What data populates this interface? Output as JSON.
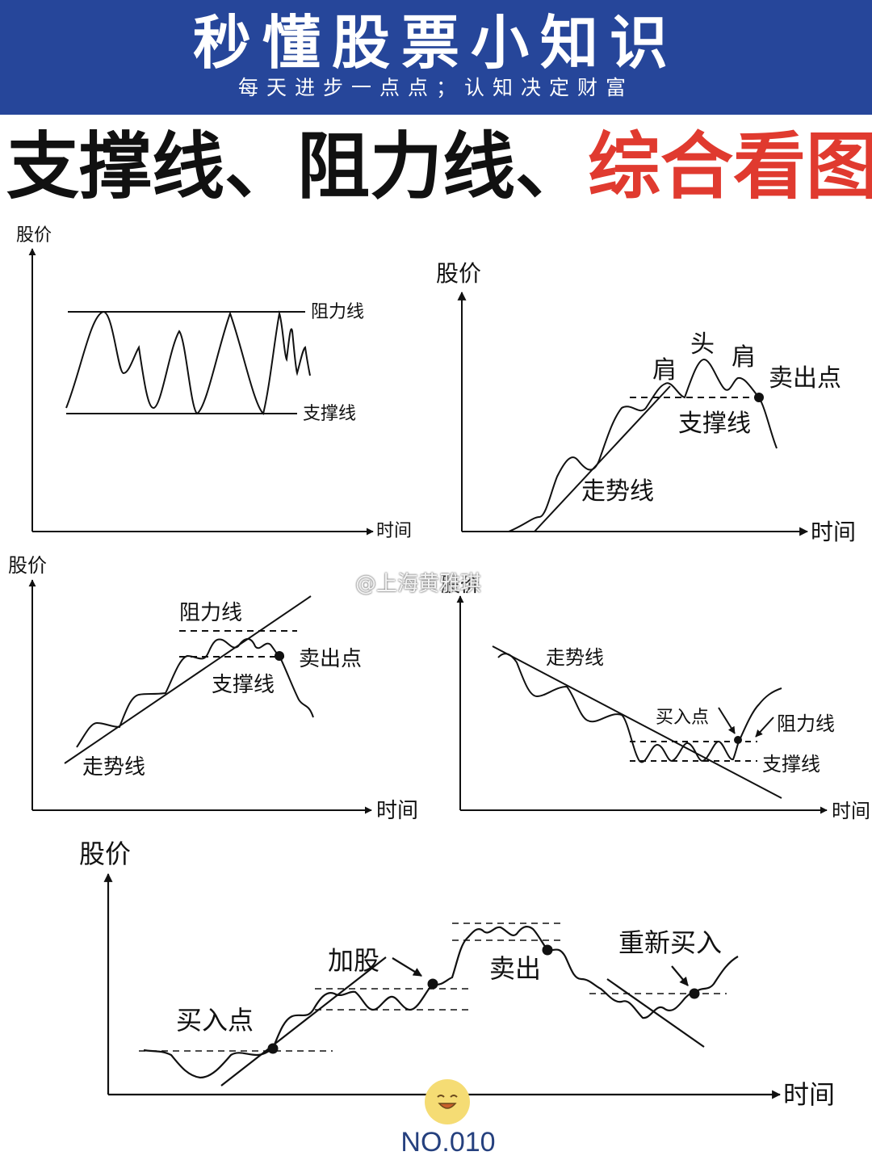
{
  "banner": {
    "title": "秒懂股票小知识",
    "subtitle": "每天进步一点点；认知决定财富",
    "bg_color": "#26469a"
  },
  "headline": {
    "part1": "支撑线、阻力线、",
    "part2": "综合看图",
    "accent_color": "#e03a2f"
  },
  "diagrams": {
    "d1": {
      "y_axis": "股价",
      "x_axis": "时间",
      "resistance": "阻力线",
      "support": "支撑线"
    },
    "d2": {
      "y_axis": "股价",
      "x_axis": "时间",
      "shoulder_left": "肩",
      "head": "头",
      "shoulder_right": "肩",
      "sell_point": "卖出点",
      "support": "支撑线",
      "trend": "走势线"
    },
    "d3": {
      "y_axis": "股价",
      "x_axis": "时间",
      "resistance": "阻力线",
      "sell_point": "卖出点",
      "support": "支撑线",
      "trend": "走势线"
    },
    "d4": {
      "y_axis": "股价",
      "x_axis": "时间",
      "trend": "走势线",
      "buy_point": "买入点",
      "resistance": "阻力线",
      "support": "支撑线"
    },
    "d5": {
      "y_axis": "股价",
      "x_axis": "时间",
      "buy_point": "买入点",
      "add_shares": "加股",
      "sell": "卖出",
      "rebuy": "重新买入"
    }
  },
  "watermark": "@上海黄雅琪",
  "badge": {
    "icon": "smile-face-icon",
    "number": "NO.010"
  }
}
